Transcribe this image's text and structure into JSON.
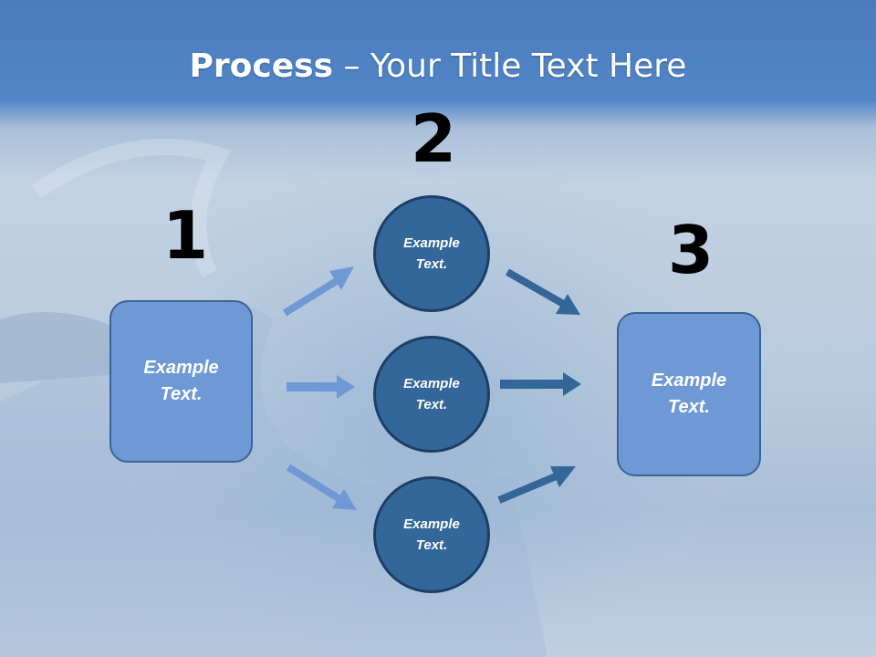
{
  "title": {
    "bold": "Process",
    "rest": " – Your Title Text Here"
  },
  "steps": {
    "one": "1",
    "two": "2",
    "three": "3"
  },
  "left_box": {
    "line1": "Example",
    "line2": "Text."
  },
  "circles": [
    {
      "line1": "Example",
      "line2": "Text."
    },
    {
      "line1": "Example",
      "line2": "Text."
    },
    {
      "line1": "Example",
      "line2": "Text."
    }
  ],
  "right_box": {
    "line1": "Example",
    "line2": "Text."
  },
  "colors": {
    "light_arrow": "#6f99d4",
    "dark_arrow": "#336699",
    "circle_fill": "#336699",
    "box_fill": "#6f99d4"
  }
}
